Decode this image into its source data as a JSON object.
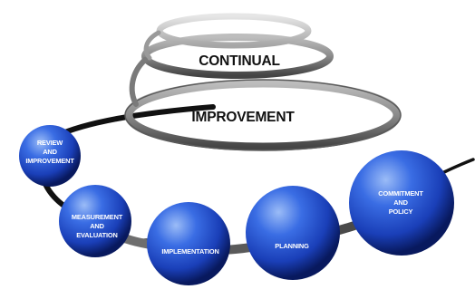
{
  "diagram": {
    "spiral_labels": [
      "CONTINUAL",
      "IMPROVEMENT"
    ],
    "phases": [
      {
        "id": "review",
        "lines": [
          "REVIEW",
          "AND",
          "IMPROVEMENT"
        ]
      },
      {
        "id": "measurement",
        "lines": [
          "MEASUREMENT",
          "AND",
          "EVALUATION"
        ]
      },
      {
        "id": "implementation",
        "lines": [
          "IMPLEMENTATION"
        ]
      },
      {
        "id": "planning",
        "lines": [
          "PLANNING"
        ]
      },
      {
        "id": "commitment",
        "lines": [
          "COMMITMENT",
          "AND",
          "POLICY"
        ]
      }
    ],
    "colors": {
      "sphere_highlight": "#8fb0f5",
      "sphere_mid": "#2456d8",
      "sphere_dark": "#0a1f7a",
      "spiral_dark": "#333333",
      "spiral_light": "#cfcfcf",
      "track": "#111111"
    }
  }
}
